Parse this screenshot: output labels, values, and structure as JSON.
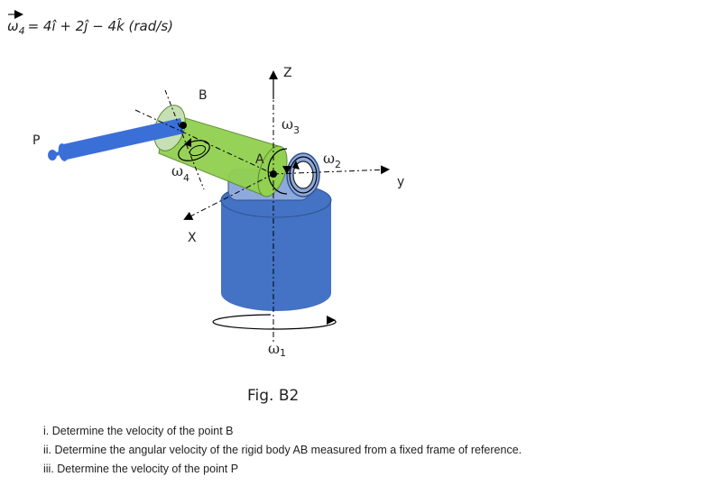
{
  "equation": {
    "lhs": "ω",
    "lhs_sub": "4",
    "rhs": "= 4î + 2ĵ − 4k̂  (rad/s)"
  },
  "labels": {
    "z_axis": "Z",
    "y_axis": "y",
    "x_axis": "X",
    "point_p": "P",
    "point_a": "A",
    "point_b": "B",
    "omega": "ω",
    "omega1_sub": "1",
    "omega2_sub": "2",
    "omega3_sub": "3",
    "omega4_sub": "4"
  },
  "caption": "Fig. B2",
  "questions": [
    "i. Determine the velocity of the point B",
    "ii. Determine the angular velocity of the rigid body AB measured from a fixed frame of reference.",
    "iii. Determine the velocity of the point P"
  ],
  "colors": {
    "base_blue": "#4472c4",
    "arm_green": "#92d050",
    "rod_blue": "#3a6fd8",
    "joint_lightblue": "#8ea9db"
  }
}
